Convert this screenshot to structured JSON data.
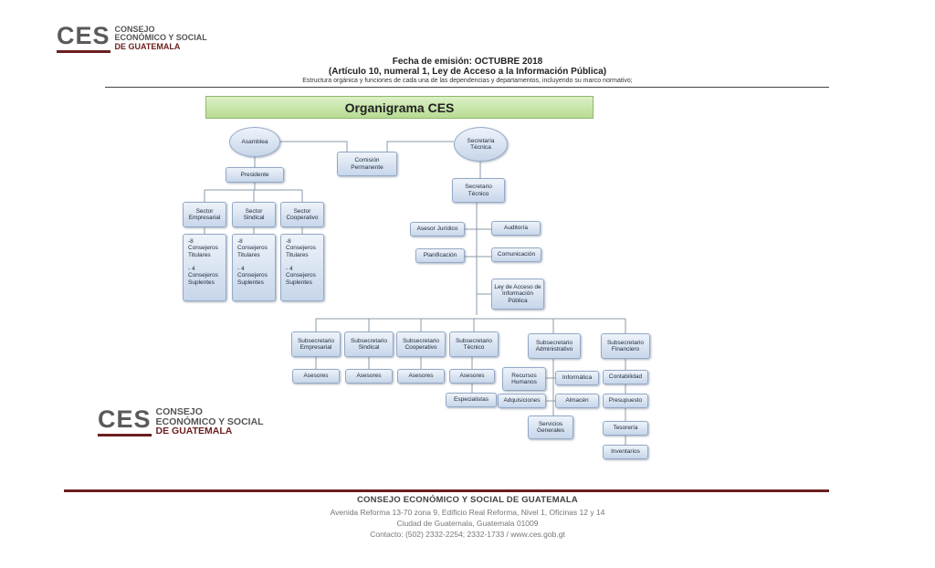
{
  "logo": {
    "mark": "CES",
    "line1": "Consejo",
    "line2": "Económico y Social",
    "line3": "de Guatemala"
  },
  "header": {
    "date": "Fecha de emisión: OCTUBRE 2018",
    "article": "(Artículo 10, numeral 1, Ley de Acceso a la Información Pública)",
    "description": "Estructura orgánica y funciones de cada una de las dependencias y departamentos, incluyendo su marco normativo;"
  },
  "org": {
    "title": "Organigrama CES",
    "asamblea": "Asamblea",
    "presidente": "Presidente",
    "comision": "Comisión Permanente",
    "secretaria": "Secretaría Técnica",
    "secretario": "Secretario Técnico",
    "asesor_juridico": "Asesor Jurídico",
    "auditoria": "Auditoría",
    "planificacion": "Planificación",
    "comunicacion": "Comunicación",
    "ley_acceso": "Ley de Acceso de Información Pública",
    "sector_empresarial": "Sector Empresarial",
    "sector_sindical": "Sector Sindical",
    "sector_cooperativo": "Sector Cooperativo",
    "consejeros": "-8\nConsejeros\nTitulares\n\n- 4\nConsejeros\nSuplentes",
    "sub_empresarial": "Subsecretario Empresarial",
    "sub_sindical": "Subsecretario Sindical",
    "sub_cooperativo": "Subsecretario Cooperativo",
    "sub_tecnico": "Subsecretario Técnico",
    "sub_administrativo": "Subsecretario Administrativo",
    "sub_financiero": "Subsecretario Financiero",
    "asesores": "Asesores",
    "especialistas": "Especialistas",
    "recursos_humanos": "Recursos Humanos",
    "informatica": "Informática",
    "adquisiciones": "Adquisiciones",
    "almacen": "Almacén",
    "servicios_generales": "Servicios Generales",
    "contabilidad": "Contabilidad",
    "presupuesto": "Presupuesto",
    "tesoreria": "Tesorería",
    "inventarios": "Inventarios"
  },
  "footer": {
    "name": "CONSEJO ECONÓMICO Y SOCIAL DE GUATEMALA",
    "address": "Avenida Reforma 13-70 zona 9, Edificio Real Reforma, Nivel 1, Oficinas 12 y 14",
    "city": "Ciudad de Guatemala, Guatemala 01009",
    "contact": "Contacto: (502) 2332-2254; 2332-1733 /  www.ces.gob.gt"
  },
  "colors": {
    "brand_maroon": "#6b1f1f",
    "banner_green": "#c6e4a8",
    "node_blue": "#c7d6ea"
  }
}
